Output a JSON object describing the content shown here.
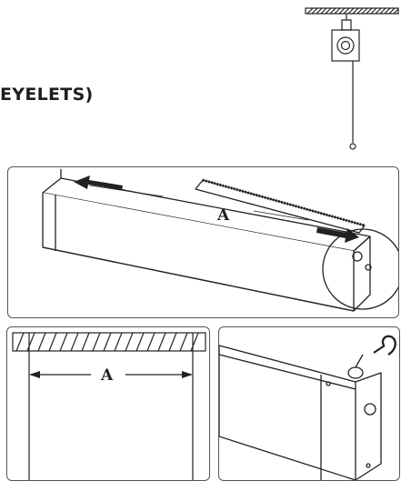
{
  "heading": "EYELETS)",
  "labels": {
    "main_dimension": "A",
    "detail_dimension": "A"
  },
  "icons": [
    "ceiling-hook-icon",
    "pull-cord-icon",
    "hook-icon",
    "eyelet-icon",
    "arrow-icon"
  ],
  "colors": {
    "ink": "#222222",
    "border": "#555555",
    "background": "#ffffff"
  }
}
